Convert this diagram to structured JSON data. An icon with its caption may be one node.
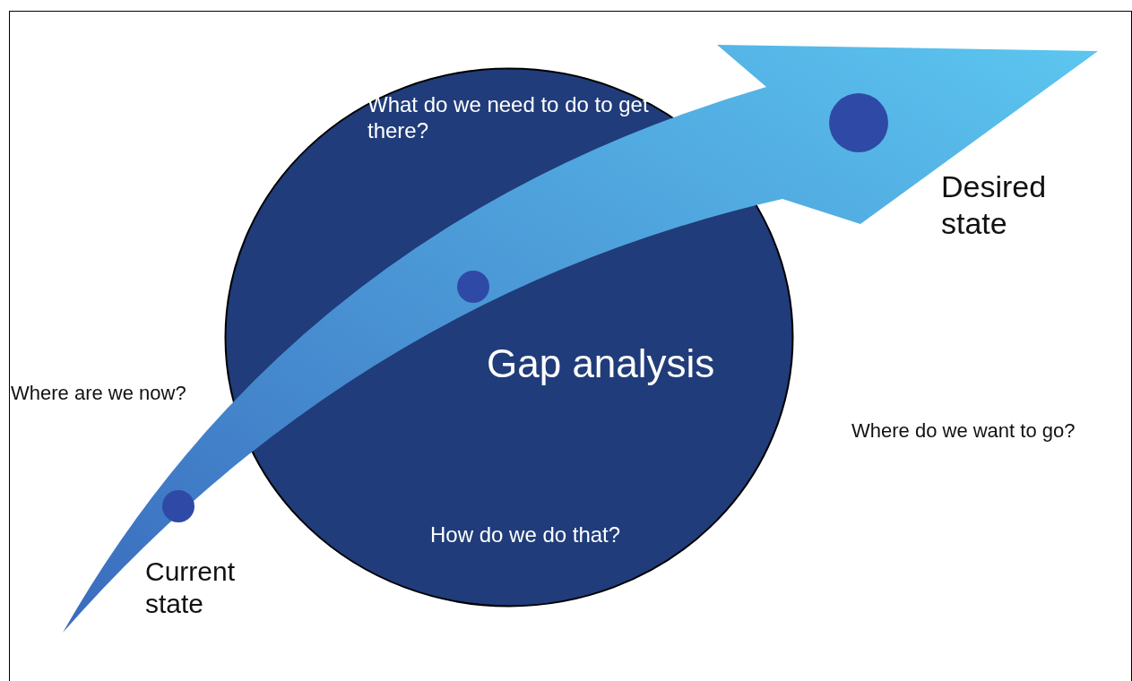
{
  "diagram": {
    "nodes": [
      {
        "text": [
          "What do we need to do to get there?",
          "Gap analysis",
          "How do we do that?"
        ]
      },
      {
        "text": [],
        "shape": "circle",
        "beside": [
          "Current state"
        ]
      },
      {
        "text": [],
        "shape": "circle",
        "in": 0
      },
      {
        "text": [],
        "shape": "circle",
        "beside": [
          "Desired state"
        ]
      }
    ],
    "labels": [
      "Where are we now?",
      "Where do we want to go?"
    ]
  }
}
